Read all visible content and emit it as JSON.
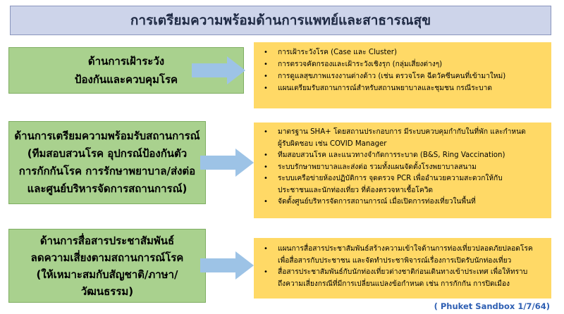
{
  "title": "การเตรียมความพร้อมด้านการแพทย์และสาธารณสุข",
  "sections": [
    {
      "topic_lines": [
        "ด้านการเฝ้าระวัง",
        "ป้องกันและควบคุมโรค"
      ],
      "items": [
        [
          "การเฝ้าระวังโรค (Case และ Cluster)"
        ],
        [
          "การตรวจคัดกรองและเฝ้าระวังเชิงรุก (กลุ่มเสี่ยงต่างๆ)"
        ],
        [
          "การดูแลสุขภาพแรงงานต่างด้าว (เช่น ตรวจโรค ฉีดวัคซีนคนที่เข้ามาใหม่)"
        ],
        [
          "แผนเตรียมรับสถานการณ์สำหรับสถานพยาบาลและชุมชน กรณีระบาด"
        ]
      ]
    },
    {
      "topic_lines": [
        "ด้านการเตรียมความพร้อมรับสถานการณ์",
        "(ทีมสอบสวนโรค อุปกรณ์ป้องกันตัว",
        "การกักกันโรค การรักษาพยาบาล/ส่งต่อ",
        "และศูนย์บริหารจัดการสถานการณ์)"
      ],
      "items": [
        [
          "มาตรฐาน SHA+  โดยสถานประกอบการ มีระบบควบคุมกำกับในที่พัก และกำหนด",
          "ผู้รับผิดชอบ เช่น COVID Manager"
        ],
        [
          "ทีมสอบสวนโรค และแนวทางจำกัดการระบาด (B&S, Ring Vaccination)"
        ],
        [
          "ระบบรักษาพยาบาลและส่งต่อ รวมทั้งแผนจัดตั้งโรงพยาบาลสนาม"
        ],
        [
          "ระบบเครือข่ายห้องปฏิบัติการ จุดตรวจ PCR เพื่ออำนวยความสะดวกให้กับ",
          "ประชาชนและนักท่องเที่ยว ที่ต้องตรวจหาเชื้อโควิด"
        ],
        [
          "จัดตั้งศูนย์บริหารจัดการสถานการณ์ เมื่อเปิดการท่องเที่ยวในพื้นที่"
        ]
      ]
    },
    {
      "topic_lines": [
        "ด้านการสื่อสารประชาสัมพันธ์",
        "ลดความเสี่ยงตามสถานการณ์โรค",
        "(ให้เหมาะสมกับสัญชาติ/ภาษา/",
        "วัฒนธรรม)"
      ],
      "items": [
        [
          "แผนการสื่อสารประชาสัมพันธ์สร้างความเข้าใจด้านการท่องเที่ยวปลอดภัยปลอดโรค",
          "เพื่อสื่อสารกับประชาชน และจัดทำประชาพิจารณ์เรื่องการเปิดรับนักท่องเที่ยว"
        ],
        [
          "สื่อสารประชาสัมพันธ์กับนักท่องเที่ยวต่างชาติก่อนเดินทางเข้าประเทศ เพื่อให้ทราบ",
          "ถึงความเสี่ยงกรณีที่มีการเปลี่ยนแปลงข้อกำหนด เช่น การกักกัน การปิดเมือง"
        ]
      ]
    }
  ],
  "footer": "( Phuket Sandbox 1/7/64)",
  "colors": {
    "topic": "#a9d18e",
    "detail": "#ffd966",
    "arrow": "#9dc3e6",
    "title_bg": "#cdd4ea"
  }
}
